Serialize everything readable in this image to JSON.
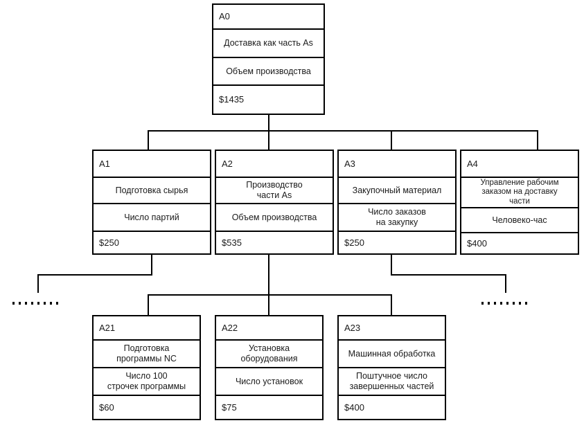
{
  "diagram": {
    "title": "Activity cost decomposition tree",
    "line_color": "#000000",
    "box_fill": "#ffffff",
    "text_color": "#1a1a1a"
  },
  "nodes": {
    "a0": {
      "id": "A0",
      "description": "Доставка как часть As",
      "driver": "Объем производства",
      "cost": "$1435"
    },
    "a1": {
      "id": "A1",
      "description": "Подготовка сырья",
      "driver": "Число партий",
      "cost": "$250"
    },
    "a2": {
      "id": "A2",
      "description": "Производство\nчасти As",
      "driver": "Объем производства",
      "cost": "$535"
    },
    "a3": {
      "id": "A3",
      "description": "Закупочный материал",
      "driver": "Число заказов\nна закупку",
      "cost": "$250"
    },
    "a4": {
      "id": "A4",
      "description": "Управление рабочим\nзаказом на доставку\nчасти",
      "driver": "Человеко-час",
      "cost": "$400"
    },
    "a21": {
      "id": "A21",
      "description": "Подготовка\nпрограммы NC",
      "driver": "Число  100\nстрочек программы",
      "cost": "$60"
    },
    "a22": {
      "id": "A22",
      "description": "Установка\nоборудования",
      "driver": "Число установок",
      "cost": "$75"
    },
    "a23": {
      "id": "A23",
      "description": "Машинная обработка",
      "driver": "Поштучное число\nзавершенных частей",
      "cost": "$400"
    }
  }
}
